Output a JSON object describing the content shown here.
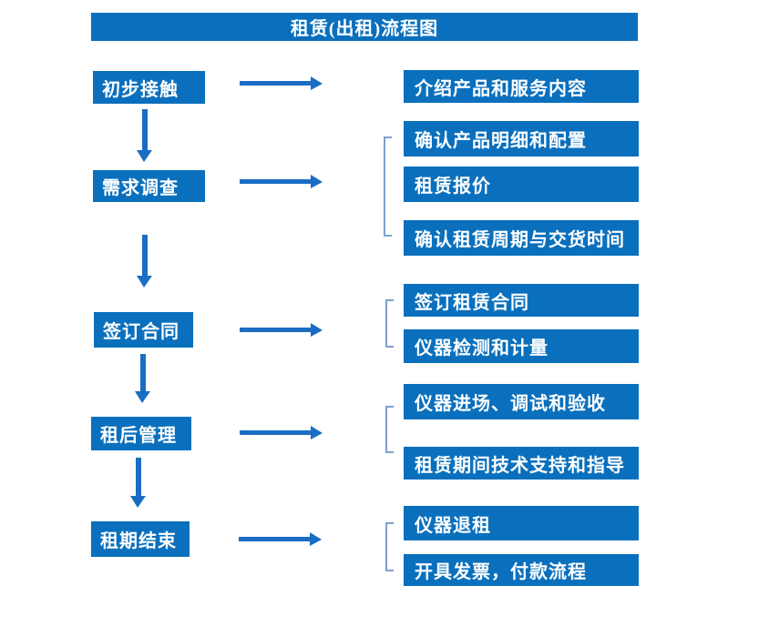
{
  "title": "租赁(出租)流程图",
  "colors": {
    "box_fill": "#0a70bd",
    "arrow": "#1a6dc3",
    "bracket": "#7da0cd",
    "text": "#ffffff",
    "background": "#ffffff"
  },
  "steps": [
    {
      "label": "初步接触",
      "details": [
        "介绍产品和服务内容"
      ]
    },
    {
      "label": "需求调查",
      "details": [
        "确认产品明细和配置",
        "租赁报价",
        "确认租赁周期与交货时间"
      ]
    },
    {
      "label": "签订合同",
      "details": [
        "签订租赁合同",
        "仪器检测和计量"
      ]
    },
    {
      "label": "租后管理",
      "details": [
        "仪器进场、调试和验收",
        "租赁期间技术支持和指导"
      ]
    },
    {
      "label": "租期结束",
      "details": [
        "仪器退租",
        "开具发票，付款流程"
      ]
    }
  ]
}
